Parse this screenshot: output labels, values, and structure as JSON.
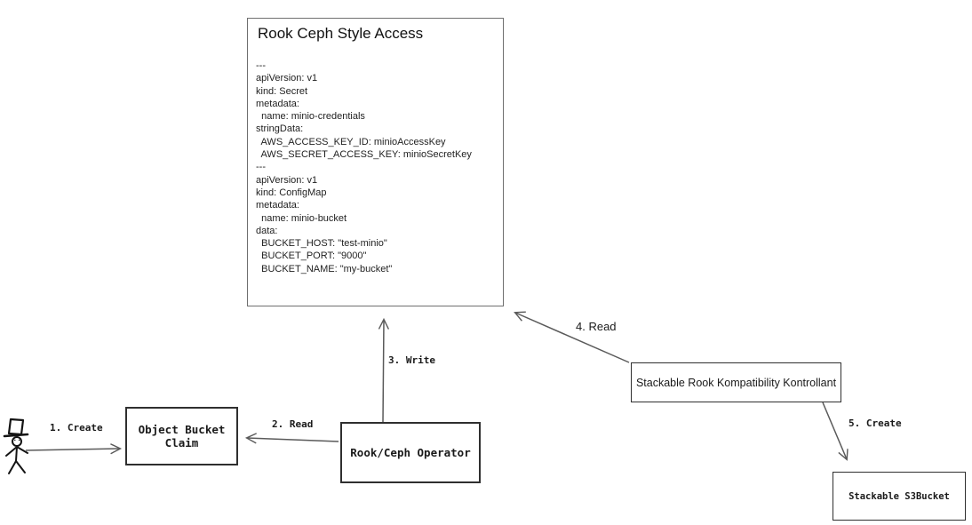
{
  "diagram": {
    "nodes": {
      "rook_ceph_style_access": {
        "title": "Rook Ceph Style Access",
        "yaml": "---\napiVersion: v1\nkind: Secret\nmetadata:\n  name: minio-credentials\nstringData:\n  AWS_ACCESS_KEY_ID: minioAccessKey\n  AWS_SECRET_ACCESS_KEY: minioSecretKey\n---\napiVersion: v1\nkind: ConfigMap\nmetadata:\n  name: minio-bucket\ndata:\n  BUCKET_HOST: \"test-minio\"\n  BUCKET_PORT: \"9000\"\n  BUCKET_NAME: \"my-bucket\""
      },
      "object_bucket_claim": {
        "label": "Object Bucket\nClaim"
      },
      "rook_ceph_operator": {
        "label": "Rook/Ceph Operator"
      },
      "stackable_rook_kompatibility_kontrollant": {
        "label": "Stackable Rook Kompatibility Kontrollant"
      },
      "stackable_s3bucket": {
        "label": "Stackable S3Bucket"
      }
    },
    "actor": {
      "icon": "stick-figure-user-icon"
    },
    "edges": [
      {
        "label": "1. Create",
        "from": "user",
        "to": "object-bucket-claim"
      },
      {
        "label": "2. Read",
        "from": "rook-ceph-operator",
        "to": "object-bucket-claim"
      },
      {
        "label": "3. Write",
        "from": "rook-ceph-operator",
        "to": "rook-ceph-style-access"
      },
      {
        "label": "4. Read",
        "from": "stackable-rook-kompatibility-kontrollant",
        "to": "rook-ceph-style-access"
      },
      {
        "label": "5. Create",
        "from": "stackable-rook-kompatibility-kontrollant",
        "to": "stackable-s3bucket"
      }
    ],
    "colors": {
      "background": "#ffffff",
      "box_border_dark": "#2f2f2f",
      "box_border_light": "#6f6f6f",
      "edge": "#5a5a5a",
      "text": "#1a1a1a"
    }
  }
}
